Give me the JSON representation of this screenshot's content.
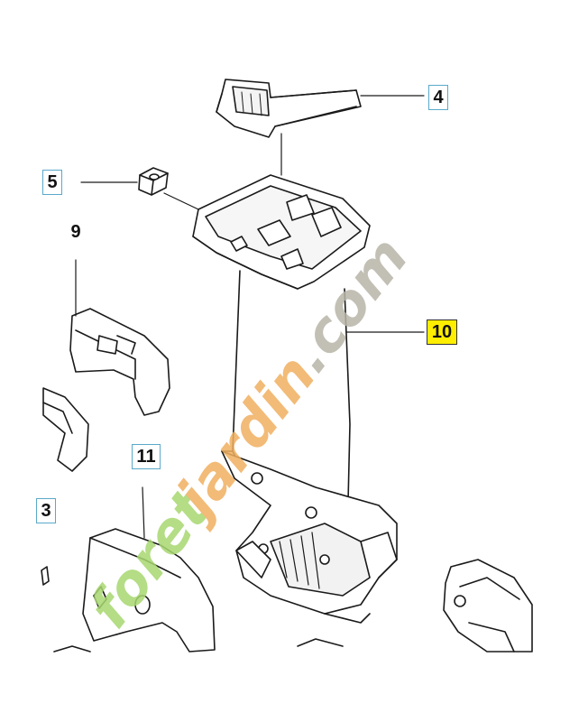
{
  "diagram": {
    "callouts": [
      {
        "id": "4",
        "text": "4",
        "style": "boxed"
      },
      {
        "id": "5",
        "text": "5",
        "style": "boxed"
      },
      {
        "id": "9",
        "text": "9",
        "style": "plain"
      },
      {
        "id": "10",
        "text": "10",
        "style": "highlight"
      },
      {
        "id": "11",
        "text": "11",
        "style": "boxed"
      },
      {
        "id": "3",
        "text": "3",
        "style": "boxed"
      }
    ],
    "highlight_color": "#ffee00",
    "box_border_color": "#5aa9c9"
  },
  "watermark": {
    "part1": "foret",
    "part2": "jardin",
    "part3": ".com",
    "colors": {
      "part1": "#a8d870",
      "part2": "#f0b060",
      "part3": "#b8b4a8"
    }
  }
}
